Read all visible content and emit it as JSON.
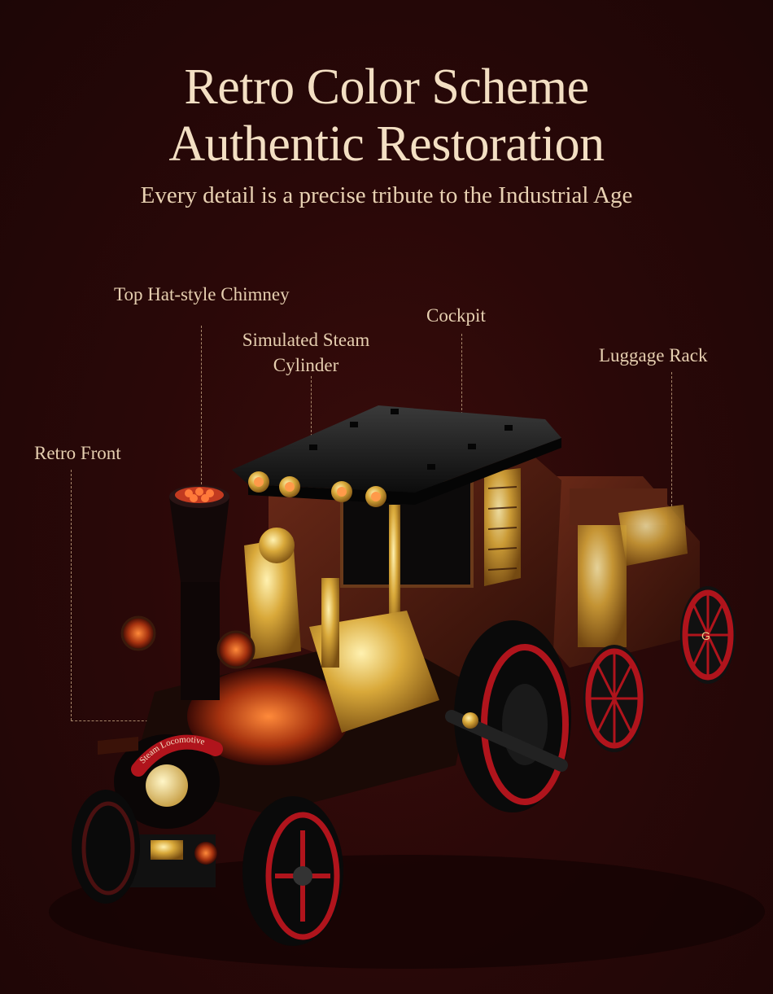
{
  "headline": {
    "line1": "Retro Color Scheme",
    "line2": "Authentic Restoration"
  },
  "subtitle": "Every detail is a precise tribute to the Industrial Age",
  "callouts": {
    "chimney": "Top Hat-style Chimney",
    "steam_cylinder_l1": "Simulated Steam",
    "steam_cylinder_l2": "Cylinder",
    "cockpit": "Cockpit",
    "luggage_rack": "Luggage Rack",
    "retro_front": "Retro Front"
  },
  "product": {
    "badge_text": "Steam Locomotive",
    "wheel_letter": "G"
  },
  "colors": {
    "background": "#2a0808",
    "text": "#f3dfc3",
    "gold": "#d4a53a",
    "wheel_red": "#b0141c",
    "body_brown": "#4a1c12"
  }
}
